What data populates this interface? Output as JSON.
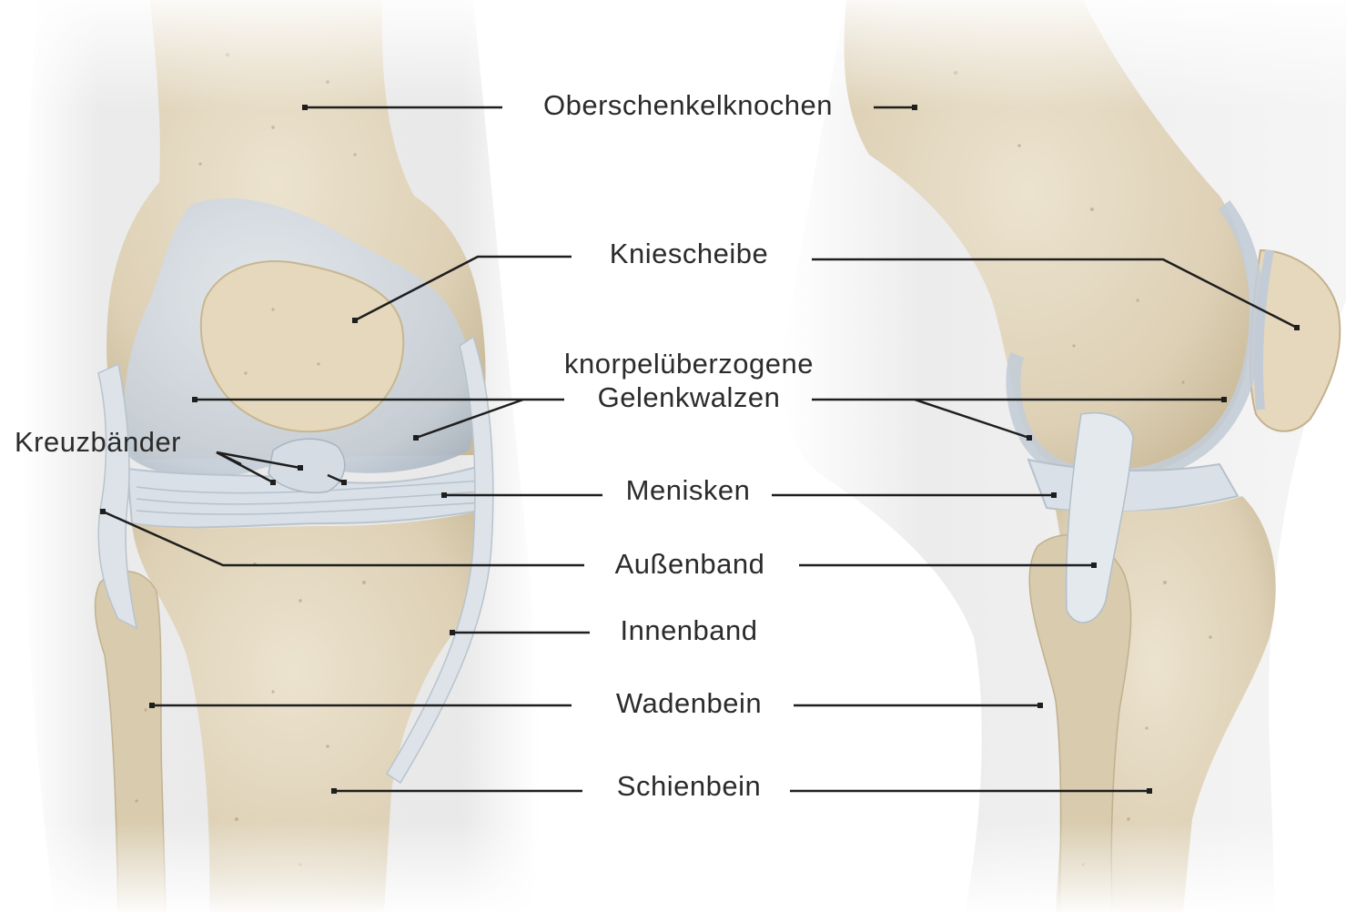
{
  "labels": {
    "femur": "Oberschenkelknochen",
    "patella": "Kniescheibe",
    "cartilage_line1": "knorpelüberzogene",
    "cartilage_line2": "Gelenkwalzen",
    "cruciate": "Kreuzbänder",
    "menisci": "Menisken",
    "lateral_ligament": "Außenband",
    "medial_ligament": "Innenband",
    "fibula": "Wadenbein",
    "tibia": "Schienbein"
  },
  "colors": {
    "background": "#ffffff",
    "skin": "#ececec",
    "bone": "#e4d8c0",
    "bone_dark": "#cdbd9f",
    "cartilage": "#c9d3dd",
    "meniscus": "#d6dde4",
    "ligament": "#dfe5ea",
    "line": "#1e1e1e"
  }
}
